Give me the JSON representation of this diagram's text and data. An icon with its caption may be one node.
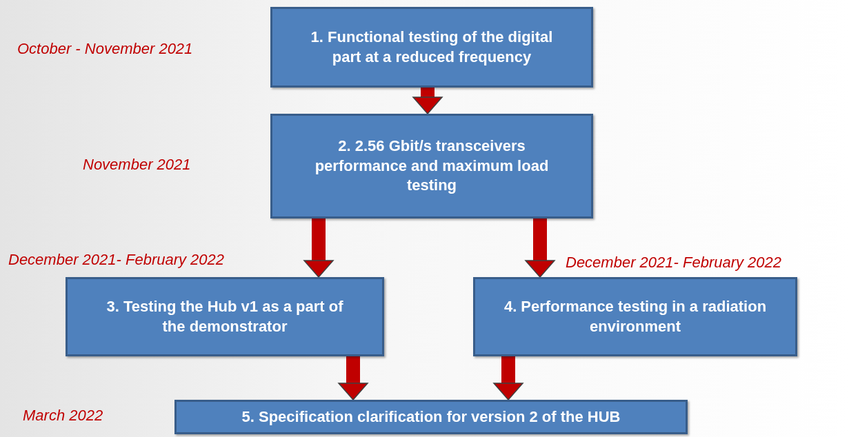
{
  "diagram": {
    "nodes": [
      {
        "text": [
          "1. Functional testing of the digital part at a reduced frequency"
        ]
      },
      {
        "text": [
          "2. 2.56 Gbit/s transceivers performance and maximum load testing"
        ]
      },
      {
        "text": [
          "3. Testing the Hub v1 as a part of the demonstrator"
        ],
        "beside": [
          "December 2021- February 2022"
        ]
      },
      {
        "text": [
          "4. Performance testing in a radiation environment"
        ],
        "beside": [
          "December 2021- February 2022"
        ]
      },
      {
        "text": [
          "5. Specification clarification for version 2 of the HUB"
        ]
      }
    ],
    "edges": [
      {
        "from": 0,
        "to": 1,
        "arrow": "to"
      },
      {
        "from": 1,
        "to": 2,
        "arrow": "to"
      },
      {
        "from": 1,
        "to": 3,
        "arrow": "to"
      },
      {
        "from": 2,
        "to": 4,
        "arrow": "to"
      },
      {
        "from": 3,
        "to": 4,
        "arrow": "to"
      }
    ],
    "labels": [
      "October - November 2021",
      "November 2021",
      "March 2022"
    ]
  }
}
